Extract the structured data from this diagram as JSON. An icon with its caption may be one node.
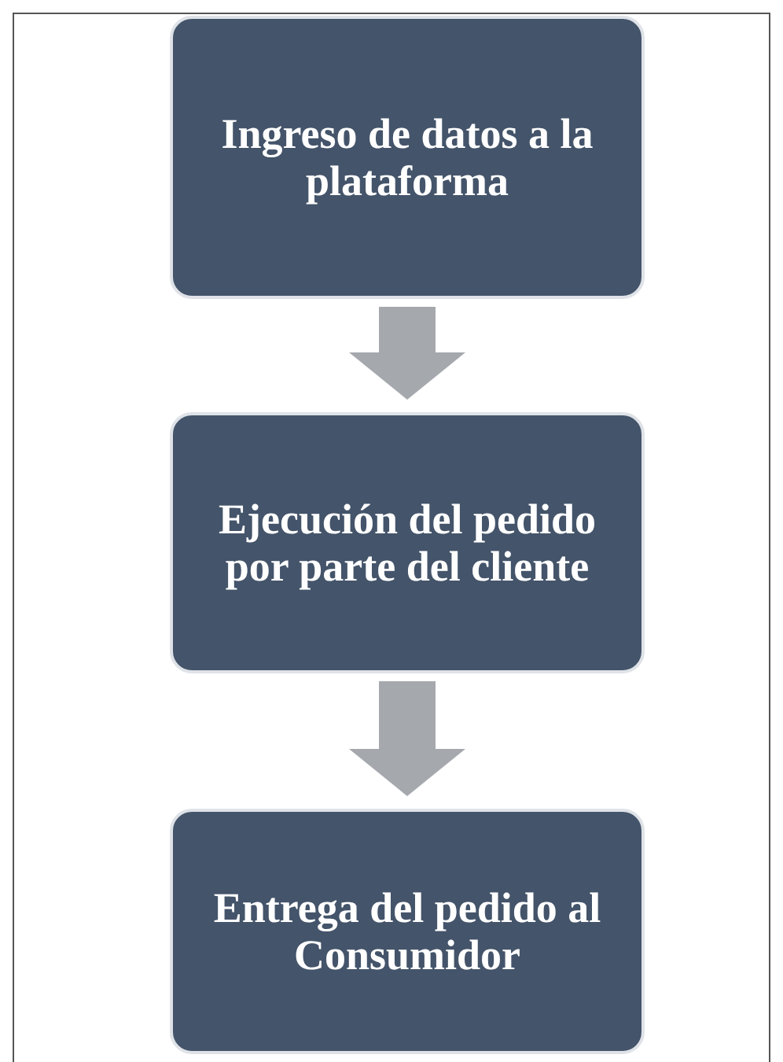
{
  "diagram": {
    "nodes": [
      {
        "text": [
          "Ingreso de datos a la plataforma"
        ]
      },
      {
        "text": [
          "Ejecución del pedido por parte del cliente"
        ]
      },
      {
        "text": [
          "Entrega del pedido al Consumidor"
        ]
      }
    ],
    "edges": [
      {
        "from": 0,
        "to": 1,
        "arrow": "to"
      },
      {
        "from": 1,
        "to": 2,
        "arrow": "to"
      }
    ]
  }
}
